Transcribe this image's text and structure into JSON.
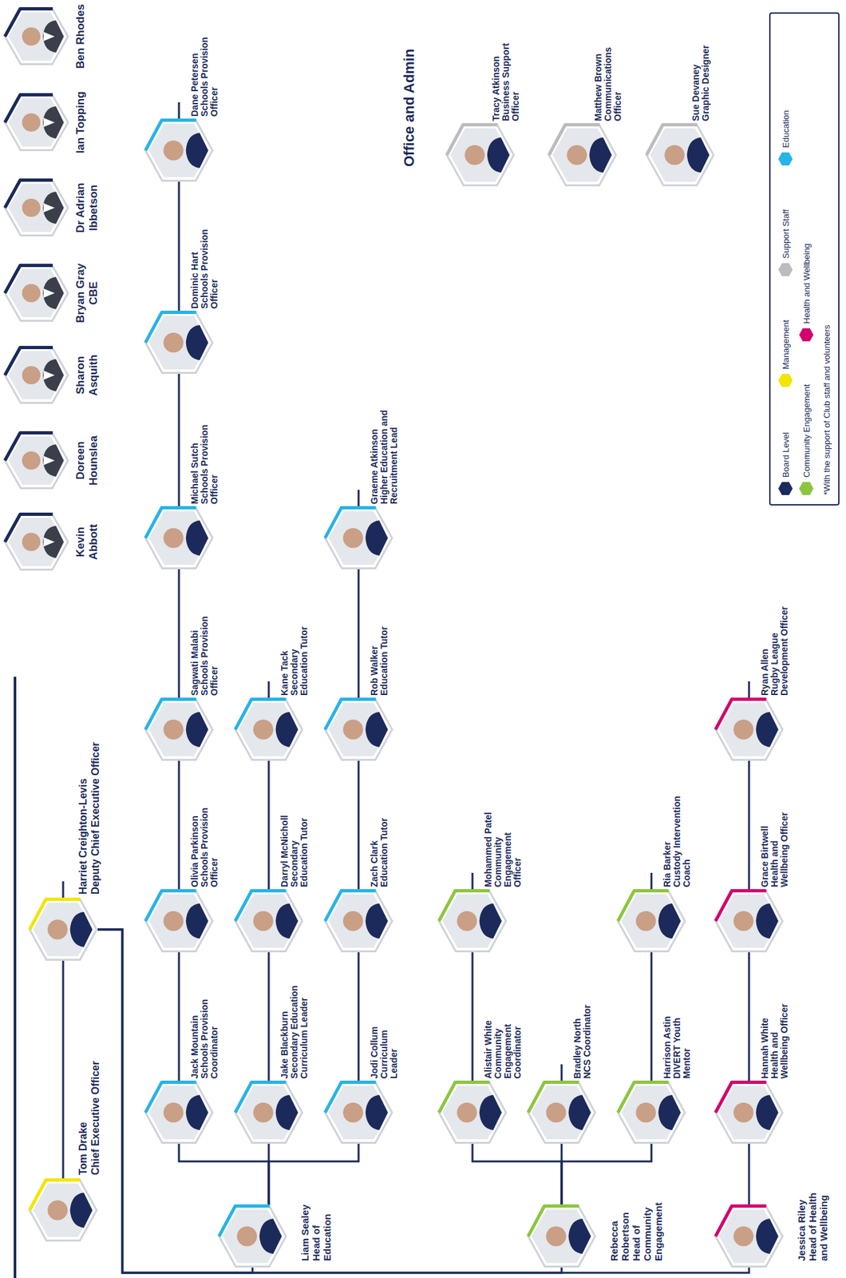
{
  "diagram": {
    "nodes": [
      {
        "text": [
          "Tom Drake",
          "Chief Executive Officer"
        ]
      },
      {
        "text": [
          "Harriet Creighton-Levis",
          "Deputy Chief Executive Officer"
        ]
      },
      {
        "text": [
          "Kevin Abbott"
        ]
      },
      {
        "text": [
          "Doreen Hounslea"
        ]
      },
      {
        "text": [
          "Sharon Asquith"
        ]
      },
      {
        "text": [
          "Bryan Gray CBE"
        ]
      },
      {
        "text": [
          "Dr Adrian Ibbetson"
        ]
      },
      {
        "text": [
          "Ian Topping"
        ]
      },
      {
        "text": [
          "Ben Rhodes"
        ]
      },
      {
        "text": [
          "Liam Sealey",
          "Head of Education"
        ]
      },
      {
        "text": [
          "Jack Mountain",
          "Schools Provision Coordinator"
        ]
      },
      {
        "text": [
          "Olivia Parkinson",
          "Schools Provision Officer"
        ]
      },
      {
        "text": [
          "Sagwati Malabi",
          "Schools Provision Officer"
        ]
      },
      {
        "text": [
          "Michael Sutch",
          "Schools Provision Officer"
        ]
      },
      {
        "text": [
          "Dominic Hart",
          "Schools Provision Officer"
        ]
      },
      {
        "text": [
          "Dane Petersen",
          "Schools Provision Officer"
        ]
      },
      {
        "text": [
          "Jake Blackburn",
          "Secondary Education Curriculum Leader"
        ]
      },
      {
        "text": [
          "Darryl McNicholl",
          "Secondary Education Tutor"
        ]
      },
      {
        "text": [
          "Kane Tack",
          "Secondary Education Tutor"
        ]
      },
      {
        "text": [
          "Jodi Collum",
          "Curriculum Leader"
        ]
      },
      {
        "text": [
          "Zach Clark",
          "Education Tutor"
        ]
      },
      {
        "text": [
          "Rob Walker",
          "Education Tutor"
        ]
      },
      {
        "text": [
          "Graeme Atkinson",
          "Higher Education and Recruitment Lead"
        ]
      },
      {
        "text": [
          "Rebecca Robertson",
          "Head of Community Engagement"
        ]
      },
      {
        "text": [
          "Alistair White",
          "Community Engagement Coordinator"
        ]
      },
      {
        "text": [
          "Mohammed Patel",
          "Community Engagement Officer"
        ]
      },
      {
        "text": [
          "Bradley North",
          "NCS Coordinator"
        ]
      },
      {
        "text": [
          "Harrison Astin",
          "DIVERT Youth Mentor"
        ]
      },
      {
        "text": [
          "Ria Barker",
          "Custody Intervention Coach"
        ]
      },
      {
        "text": [
          "Jessica Riley",
          "Head of Health and Wellbeing"
        ]
      },
      {
        "text": [
          "Hannah White",
          "Health and Wellbeing Officer"
        ]
      },
      {
        "text": [
          "Grace Birtwell",
          "Health and Wellbeing Officer"
        ]
      },
      {
        "text": [
          "Ryan Allen",
          "Rugby League Development Officer"
        ]
      },
      {
        "text": [
          "Tracy Atkinson",
          "Business Support Officer"
        ]
      },
      {
        "text": [
          "Matthew Brown",
          "Communications Officer"
        ]
      },
      {
        "text": [
          "Sue Devaney",
          "Graphic Designer"
        ]
      }
    ],
    "edges": [
      {
        "from": 0,
        "to": 1,
        "arrow": "none"
      },
      {
        "from": 1,
        "to": 9,
        "arrow": "none"
      },
      {
        "from": 1,
        "to": 23,
        "arrow": "none"
      },
      {
        "from": 1,
        "to": 29,
        "arrow": "none"
      },
      {
        "from": 9,
        "to": 10,
        "arrow": "none"
      },
      {
        "from": 9,
        "to": 16,
        "arrow": "none"
      },
      {
        "from": 9,
        "to": 19,
        "arrow": "none"
      },
      {
        "from": 10,
        "to": 11,
        "arrow": "none"
      },
      {
        "from": 11,
        "to": 12,
        "arrow": "none"
      },
      {
        "from": 12,
        "to": 13,
        "arrow": "none"
      },
      {
        "from": 13,
        "to": 14,
        "arrow": "none"
      },
      {
        "from": 14,
        "to": 15,
        "arrow": "none"
      },
      {
        "from": 16,
        "to": 17,
        "arrow": "none"
      },
      {
        "from": 17,
        "to": 18,
        "arrow": "none"
      },
      {
        "from": 19,
        "to": 20,
        "arrow": "none"
      },
      {
        "from": 20,
        "to": 21,
        "arrow": "none"
      },
      {
        "from": 21,
        "to": 22,
        "arrow": "none"
      },
      {
        "from": 23,
        "to": 24,
        "arrow": "none"
      },
      {
        "from": 23,
        "to": 26,
        "arrow": "none"
      },
      {
        "from": 23,
        "to": 27,
        "arrow": "none"
      },
      {
        "from": 24,
        "to": 25,
        "arrow": "none"
      },
      {
        "from": 27,
        "to": 28,
        "arrow": "none"
      },
      {
        "from": 29,
        "to": 30,
        "arrow": "none"
      },
      {
        "from": 30,
        "to": 31,
        "arrow": "none"
      },
      {
        "from": 31,
        "to": 32,
        "arrow": "none"
      }
    ],
    "labels": [
      "Office and Admin",
      "*With the support of Club staff and volunteers"
    ],
    "legend": [
      {
        "text": "Board Level",
        "color": "#1b2a5a"
      },
      {
        "text": "Management",
        "color": "#f3e500"
      },
      {
        "text": "Support Staff",
        "color": "#bcbcbc"
      },
      {
        "text": "Education",
        "color": "#27b4e6"
      },
      {
        "text": "Community Engagement",
        "color": "#8cc63e"
      },
      {
        "text": "Health and Wellbeing",
        "color": "#d4006e"
      }
    ]
  }
}
